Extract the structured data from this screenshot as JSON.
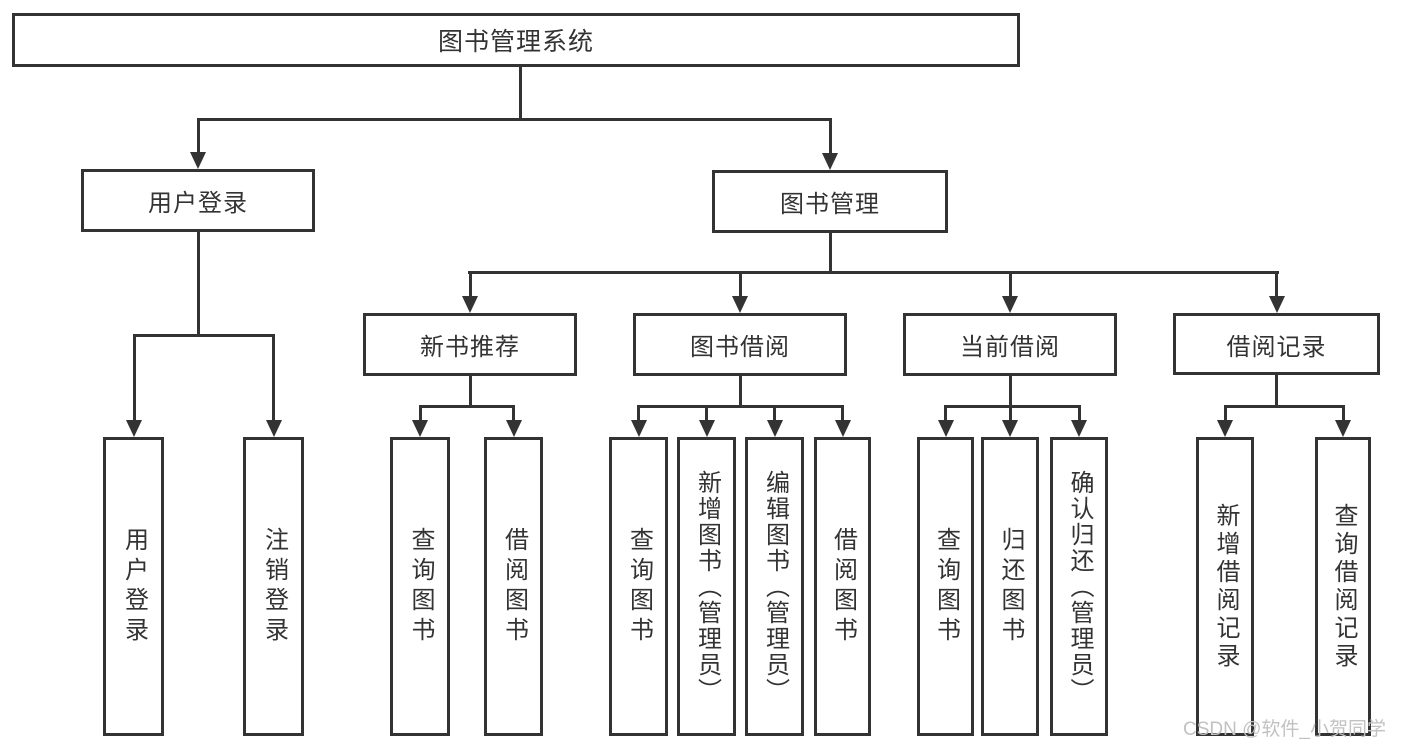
{
  "style": {
    "line_color": "#333333",
    "text_color": "#333333",
    "background": "#ffffff",
    "watermark_color": "#c2c2c2"
  },
  "watermark": {
    "text": "CSDN @软件_小贺同学"
  },
  "tree": {
    "root": {
      "label": "图书管理系统",
      "children": {
        "user_login": {
          "label": "用户登录",
          "children": {
            "login": {
              "label": "用户登录"
            },
            "logout": {
              "label": "注销登录"
            }
          }
        },
        "book_mgmt": {
          "label": "图书管理",
          "children": {
            "new_book_rec": {
              "label": "新书推荐",
              "children": {
                "query_books": {
                  "label": "查询图书"
                },
                "borrow_books": {
                  "label": "借阅图书"
                }
              }
            },
            "book_borrow": {
              "label": "图书借阅",
              "children": {
                "query_books": {
                  "label": "查询图书"
                },
                "add_books": {
                  "label": "新增图书（管理员）"
                },
                "edit_books": {
                  "label": "编辑图书（管理员）"
                },
                "borrow_books": {
                  "label": "借阅图书"
                }
              }
            },
            "current_borrow": {
              "label": "当前借阅",
              "children": {
                "query_books": {
                  "label": "查询图书"
                },
                "return_books": {
                  "label": "归还图书"
                },
                "confirm_return": {
                  "label": "确认归还（管理员）"
                }
              }
            },
            "borrow_records": {
              "label": "借阅记录",
              "children": {
                "add_record": {
                  "label": "新增借阅记录"
                },
                "query_record": {
                  "label": "查询借阅记录"
                }
              }
            }
          }
        }
      }
    }
  }
}
